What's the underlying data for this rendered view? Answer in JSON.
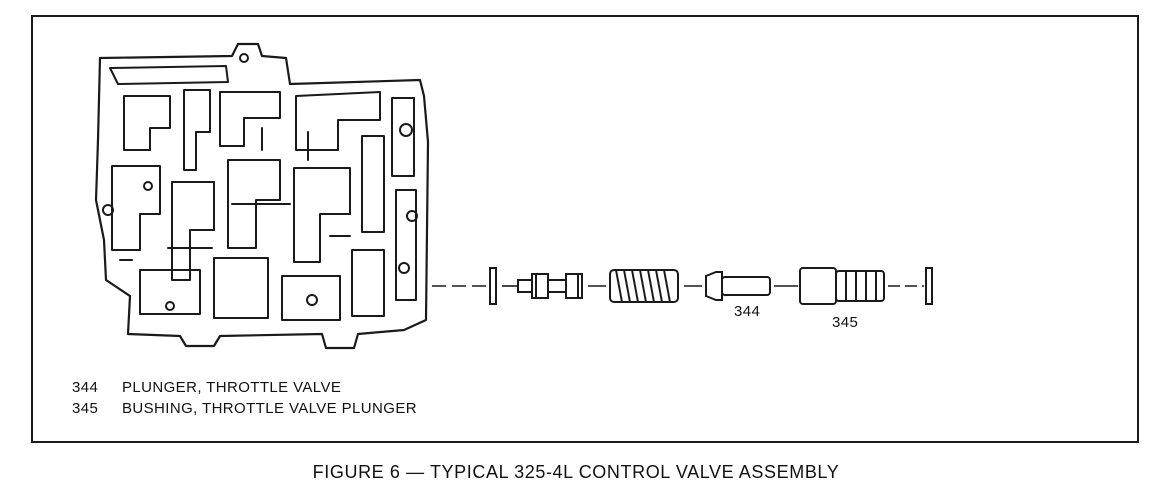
{
  "figure": {
    "caption": "FIGURE 6 — TYPICAL 325-4L CONTROL VALVE ASSEMBLY"
  },
  "callouts": [
    {
      "number": "344",
      "label": "344"
    },
    {
      "number": "345",
      "label": "345"
    }
  ],
  "legend": [
    {
      "number": "344",
      "description": "PLUNGER, THROTTLE VALVE"
    },
    {
      "number": "345",
      "description": "BUSHING, THROTTLE VALVE PLUNGER"
    }
  ],
  "colors": {
    "ink": "#1a1a1a",
    "paper": "#ffffff"
  }
}
